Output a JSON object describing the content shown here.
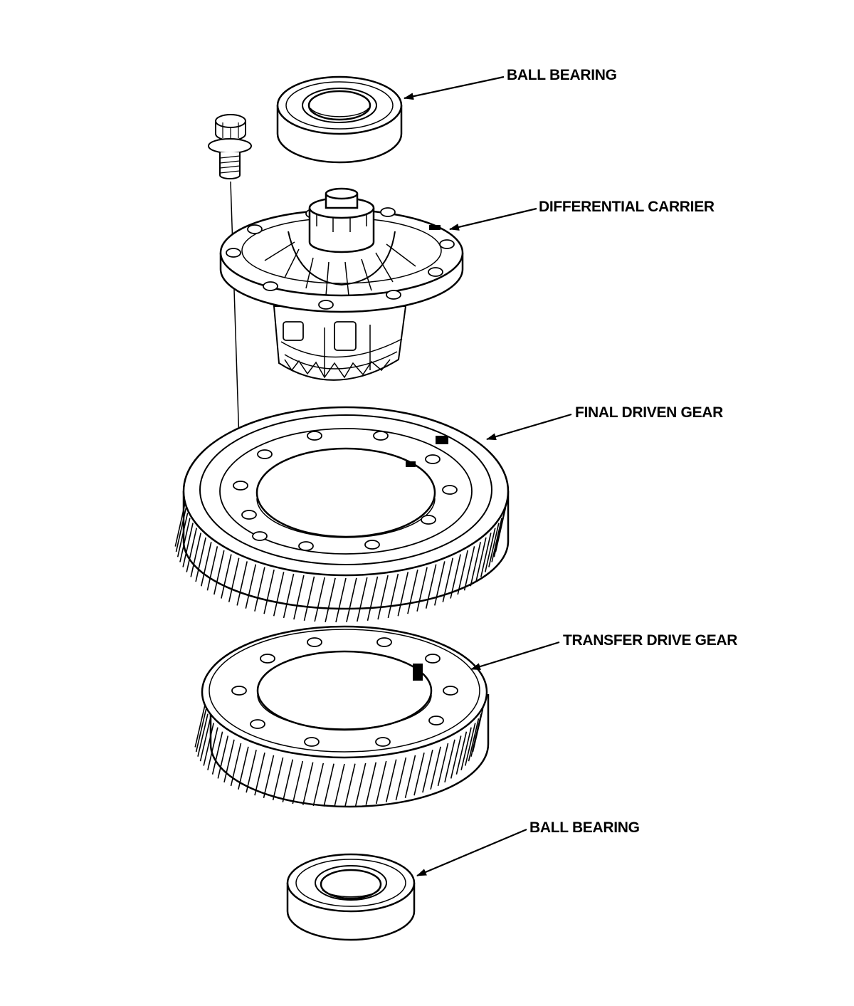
{
  "diagram": {
    "labels": {
      "ball_bearing_top": "BALL BEARING",
      "differential_carrier": "DIFFERENTIAL CARRIER",
      "final_driven_gear": "FINAL DRIVEN GEAR",
      "transfer_drive_gear": "TRANSFER DRIVE GEAR",
      "ball_bearing_bottom": "BALL BEARING"
    },
    "colors": {
      "line": "#000000",
      "background": "#ffffff"
    }
  }
}
